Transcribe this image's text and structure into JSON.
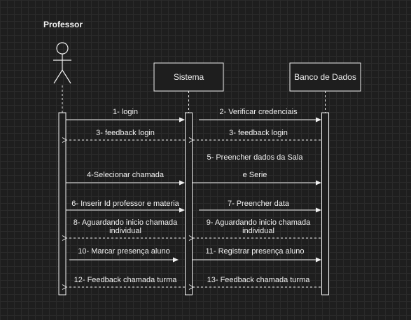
{
  "actor": {
    "name": "Professor"
  },
  "participants": [
    {
      "name": "Sistema"
    },
    {
      "name": "Banco de Dados"
    }
  ],
  "colors": {
    "background": "#1e1e1e",
    "line": "#f0f0f0",
    "text": "#f0f0f0"
  },
  "messages": [
    {
      "label": "1- login",
      "style": "solid"
    },
    {
      "label": "2- Verificar credenciais",
      "style": "solid"
    },
    {
      "label": "3- feedback login",
      "style": "dashed"
    },
    {
      "label": "3- feedback login",
      "style": "dashed"
    },
    {
      "label": "5- Preencher dados da Sala",
      "style": "note"
    },
    {
      "label": "4-Selecionar chamada",
      "style": "solid"
    },
    {
      "label": "e Serie",
      "style": "solid"
    },
    {
      "label": "6- Inserir Id professor e materia",
      "style": "solid"
    },
    {
      "label": "7- Preencher data",
      "style": "solid"
    },
    {
      "label": "8- Aguardando inicio chamada",
      "label2": "individual",
      "style": "dashed"
    },
    {
      "label": "9- Aguardando inicio chamada",
      "label2": "individual",
      "style": "dashed"
    },
    {
      "label": "10- Marcar presença aluno",
      "style": "solid"
    },
    {
      "label": "11- Registrar presença aluno",
      "style": "solid"
    },
    {
      "label": "12- Feedback chamada turma",
      "style": "dashed"
    },
    {
      "label": "13- Feedback chamada turma",
      "style": "dashed"
    }
  ]
}
